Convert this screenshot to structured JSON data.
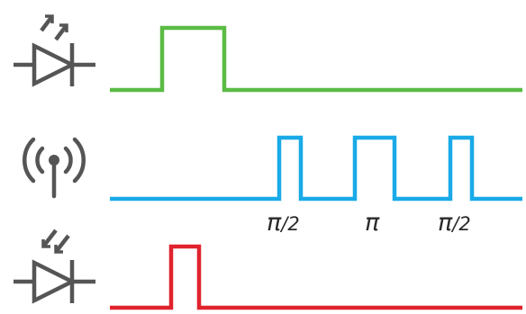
{
  "colors": {
    "led_trace": "#5bbb45",
    "rf_trace": "#19aae7",
    "detector_trace": "#e0232d",
    "icon": "#555555",
    "label": "#2a2a2a"
  },
  "rows": [
    {
      "name": "emitting-led",
      "icon": "led-emitting-icon",
      "color": "#5bbb45"
    },
    {
      "name": "rf-antenna",
      "icon": "antenna-icon",
      "color": "#19aae7"
    },
    {
      "name": "receiving-led",
      "icon": "led-receiving-icon",
      "color": "#e0232d"
    }
  ],
  "pulse_labels": [
    {
      "symbol": "π",
      "denominator": "/2"
    },
    {
      "symbol": "π",
      "denominator": ""
    },
    {
      "symbol": "π",
      "denominator": "/2"
    }
  ]
}
